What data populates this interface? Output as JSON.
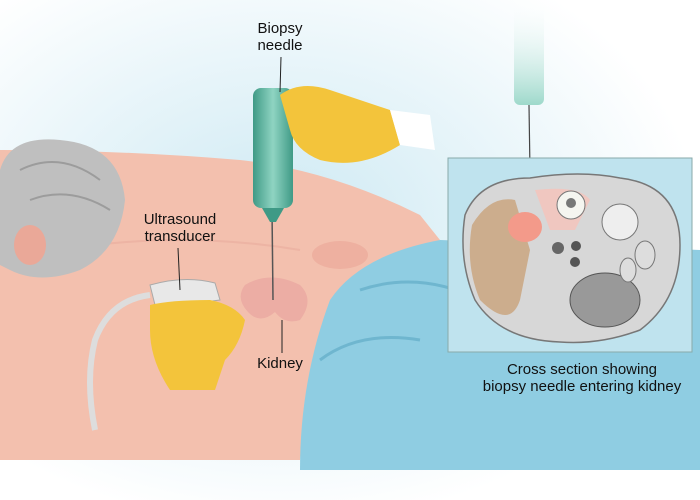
{
  "labels": {
    "biopsy_needle": [
      "Biopsy",
      "needle"
    ],
    "ultrasound_transducer": [
      "Ultrasound",
      "transducer"
    ],
    "kidney": "Kidney"
  },
  "caption": [
    "Cross section showing",
    "biopsy needle entering kidney"
  ],
  "colors": {
    "background": "#d8eef5",
    "skin": "#f2c2b2",
    "drape": "#8ccbe0",
    "glove": "#f2c23a",
    "syringe": "#5fb3a0",
    "panel": "#bfe3ee"
  }
}
